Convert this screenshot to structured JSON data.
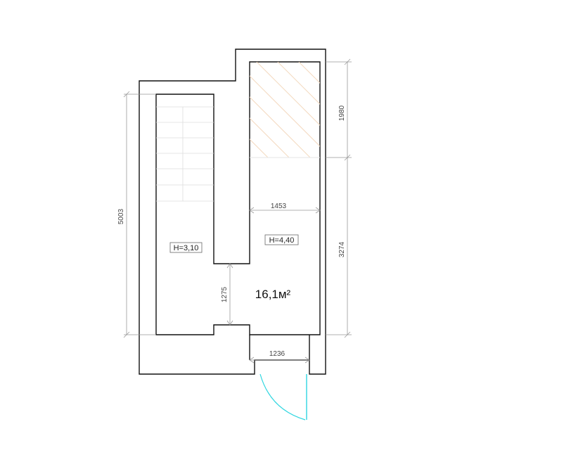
{
  "plan": {
    "area_label": "16,1м²",
    "ceiling_heights": {
      "left": "H=3,10",
      "right": "H=4,40"
    },
    "dimensions": {
      "left_height": "5003",
      "top_right": "1980",
      "right_height": "3274",
      "inner_width": "1453",
      "passage_height": "1275",
      "door_width": "1236"
    },
    "colors": {
      "wall": "#111111",
      "dimension": "#999999",
      "door": "#2fd6e0",
      "hatch": "#f3d9bf",
      "stair": "#dddddd"
    }
  }
}
